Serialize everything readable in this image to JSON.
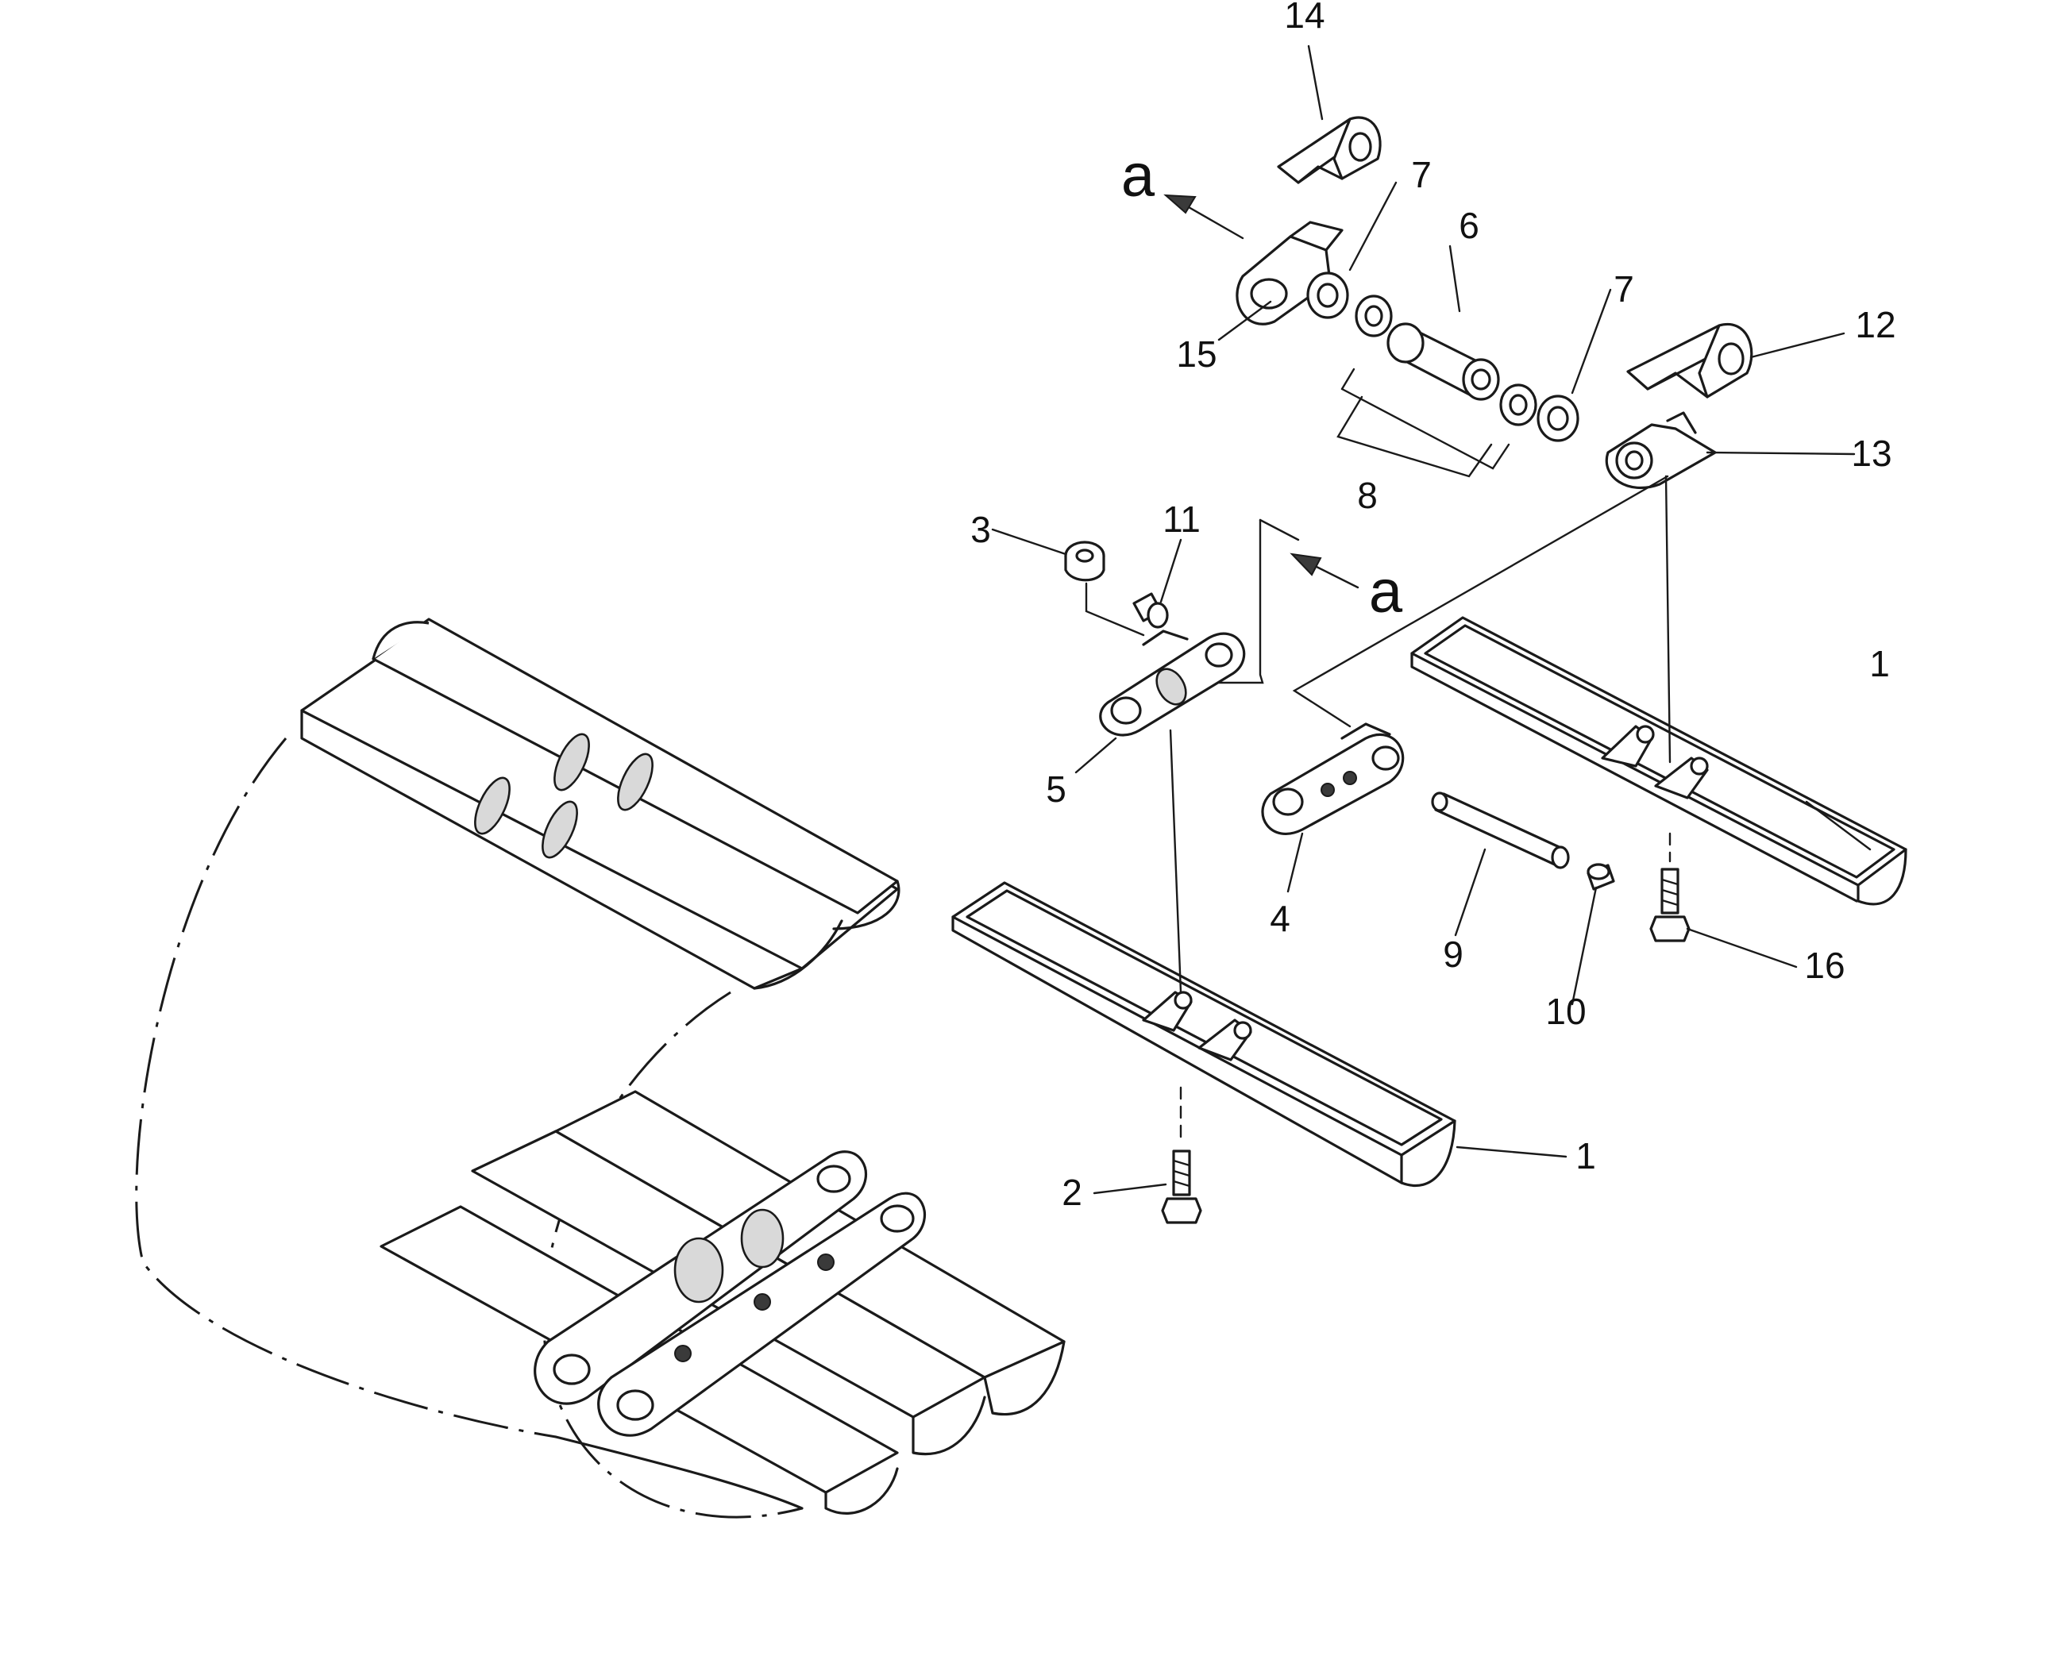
{
  "callouts": {
    "c1a": "1",
    "c1b": "1",
    "c2": "2",
    "c3": "3",
    "c4": "4",
    "c5": "5",
    "c6": "6",
    "c7a": "7",
    "c7b": "7",
    "c8": "8",
    "c9": "9",
    "c10": "10",
    "c11": "11",
    "c12": "12",
    "c13": "13",
    "c14": "14",
    "c15": "15",
    "c16": "16"
  },
  "view_markers": {
    "a_top": "a",
    "a_mid": "a"
  }
}
